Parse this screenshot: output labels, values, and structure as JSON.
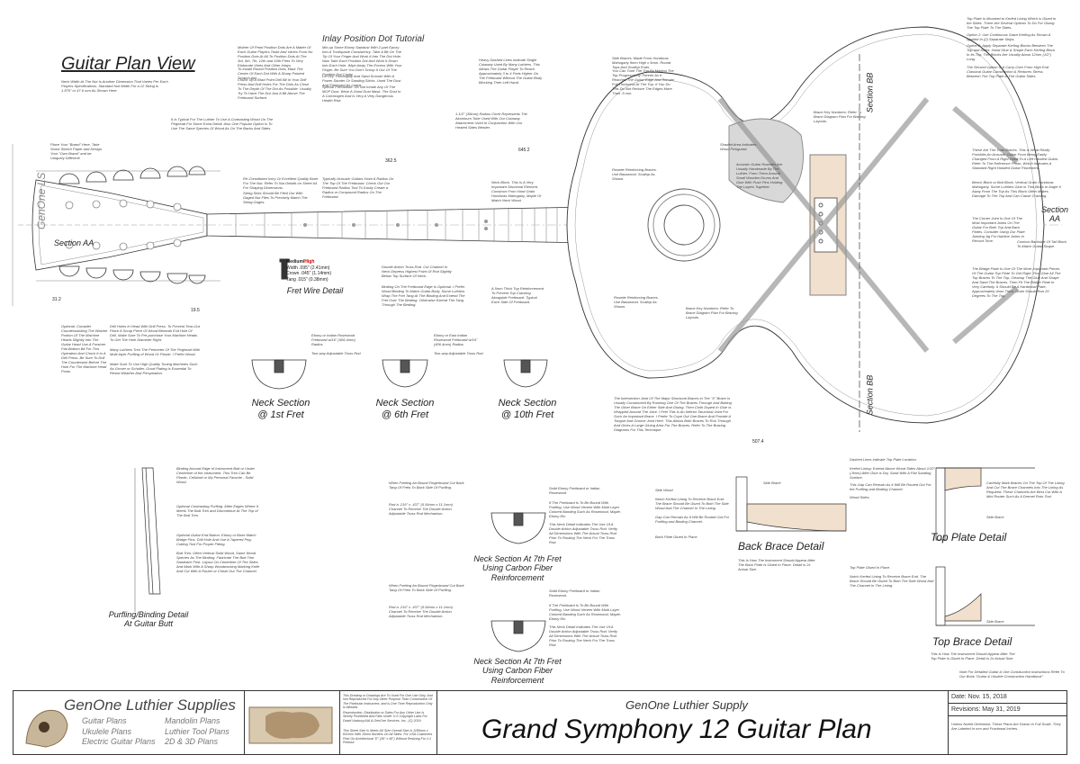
{
  "page_title": "Guitar Plan View",
  "inlay_title": "Inlay Position Dot Tutorial",
  "section_labels": {
    "aa_left": "Section AA",
    "aa_right": "Section AA",
    "bb_top": "Section BB",
    "bb_bottom": "Section BB"
  },
  "neck_sections": [
    {
      "line1": "Neck Section",
      "line2": "@ 1st Fret"
    },
    {
      "line1": "Neck Section",
      "line2": "@ 6th Fret"
    },
    {
      "line1": "Neck Section",
      "line2": "@ 10th Fret"
    }
  ],
  "carbon_sections": [
    {
      "line1": "Neck Section At 7th Fret",
      "line2": "Using Carbon Fiber",
      "line3": "Reinforcement"
    },
    {
      "line1": "Neck Section At 7th Fret",
      "line2": "Using Carbon Fiber",
      "line3": "Reinforcement"
    }
  ],
  "fret_wire": {
    "title": "Fret Wire Detail",
    "grade_medium": "Medium/",
    "grade_high": "High",
    "width": "Width .095\" (2.41mm)",
    "crown": "Crown .045\" (1.14mm)",
    "tang": "Tang .015\" (0.38mm)"
  },
  "details": {
    "purfling_line1": "Purfling/Binding Detail",
    "purfling_line2": "At Guitar Butt",
    "back_brace": "Back Brace Detail",
    "top_plate": "Top Plate Detail",
    "top_brace": "Top Brace Detail"
  },
  "dimensions": {
    "overall": "507.4",
    "scale": "645.2",
    "body_half": "362.5",
    "nut": "19.5",
    "head": "31.2"
  },
  "notes": {
    "neck_width": "Neck Width At The Nut Is Another Dimension That Varies Per Each Players Specifications. Standard Nut Width For a 12 String Is 1.875\" or 47.6 mm As Shown Here.",
    "brand_place": "Place Your \"Brand\" Here. Take Some Sketch Paper and Design Your \"Own Brand\" and be Uniquely Different!",
    "headstock_wood": "It Is Typical For The Luthier To Use A Contrasting Wood On The Peghead For Some Extra Detail. Also One Popular Option Is To Use The Same Species Of Wood As On The Backs And Sides.",
    "inlay_mother": "Mother Of Pearl Position Dots Are A Matter Of Each Guitar Players Taste And Varies From No Position Dots At All To Position Dots At The 3rd, 5th, 7th, 12th and 15th Frets To Very Elaborate Vines And Other Inlays.",
    "inlay_install": "To Install Round Position Dots, Mark The Center Of Each Dot With A Sharp Pointed Scratch Awl.",
    "inlay_chuck": "Chuck Up A Brad Point Drill Bit In Your Drill Press And Drill Holes For The Dots As Close To The Depth Of The Dot As Possible. Usually Try To Have The Dot Just A Bit Above The Fretboard Surface.",
    "inlay_epoxy": "Mix-up Some Ebony Sawdust With 2-part Epoxy Into A Toothpaste Consistency. Take A Bit On The Tip Of Your Finger And Work It Into The Dot Hole. Now Take Each Position Dot And Work It Down Into Each Hole. Wipe Away The Excess With Your Finger. Be Sure You Don't Scoop It Out Of The Position Dot Cavity.",
    "inlay_dry": "Let Dry Thoroughly And Sand Smooth With A Power Sander Or Sanding Sticks. Used The Dust And Fretboard As Leave.",
    "inlay_caution": "Special Precaution: Do Not Inhale Any Of The MOP Dust. Wear A Good Dust Mask. The Dust In A Carcinogen And Is Very A Very Dangerous Health Risk.",
    "radius": "Typically Acoustic Guitars Have A Radius On The Top Of The Fretboard. Check Out Our Fretboard Radius Tool To Easily Create a Radius or Compound Radius On The Fretboard.",
    "binding": "Binding On The Fretboard Edge Is Optional. I Prefer Wood Binding To Match Guitar Body. Some Luthiers Wrap The Fret Tang At The Binding And Extend The Fret Over The Binding. Otherwise Extend The Tang Through The Binding.",
    "truss_rod": "Double Action Truss Rod. Cut Channel In Neck Depress Highest Point Of Rod Slightly Below Top Surface Of Neck.",
    "t_bar": "A 5mm Thick Top Reinforcement To Prevent Top Cracking Alongside Fretboard. Typical Each Side Of Fretboard.",
    "neck_block": "Neck Block. This Is A Very Important Structural Element. Construct From Hard Grain Honduras Mahogany, Maple Or Match Neck Wood.",
    "side_braces": "Side Braces: Made From Honduras Mahogany 9mm High x 5mm. Round Tops And Scallop Ends.",
    "tone_tip": "You Can Tune The Top By Making The Top Progressively Thinner As It Reaches The Guitar Edge And Remain Full Thickness At The Top. If You Do This Do Not Reduce The Edges More Than .5 mm.",
    "heavy_dashed": "Heavy Dashed Lines Indicate Single Cutaway Used By Many Luthiers. This Allows The Guitar Player To Reach Approximately 3 to 4 Frets Higher On The Fretboard Without The Guitar Body Blocking Their Left Hand.",
    "radius_dish": "1-1/2\" (38mm) Radius Circle Represents The Aluminum Tube Used With Our Cutaway Attachment Used In Conjunction With Our Heated Sides Bender.",
    "top_plate_mount": "Top Plate Is Mounted to Kerfed Lining Which is Glued to the Sides. There Are Several Options To Do For Gluing The Top Plate To The Sides.",
    "kerf_option1": "Option 1: Use Continuous Sawn Kerfing As Shown & Applied In (2) Separate Strips.",
    "kerf_option2": "Option 2: Apply Separate Kerfing Blocks Between The Top and Sides. Hand Glue & Shape Each Kerfing Block In Its Top. The Blocks Are Usually About 12mm (1/2\") Long.",
    "kerf_option3": "The Second Option Is A Carry-Over From High End Classical Guitar Construction & Reduces Stress Between The Top Plate & The Guitar Sides.",
    "brace_key": "Brace Key Numbers: Refer To Brace Diagram Plan For Bracing Layouts.",
    "tone_bars": "These Are The Tone Braces. This Is What Really Prohibits An Acoustic Guitar From Being Easily Changed From A Right Hand To A Left Handed Guitar. Refer To The Reference Photo, Which Indicates A Standard Right Handed Guitar Placement.",
    "bridge_block": "Bench Block or Bolt Block. Vertical Grain Honduras Mahogany. Some Luthiers Glue in This Block to Angle It Away From The Top As This Block Often Makes Damage To The Top And Can Cause Cracking.",
    "corner_joint": "The Corner Joint Is One Of The Most Important Joints On The Guitar For Both Top And Back Plates. Consider Using Our Plate Jointing Jig For Hairline Joints In Record Time.",
    "bridge_plate": "The Bridge Plate Is One Of The More Important Pieces Of The Guitar Top Plate To Get Right. First Glue All The Top Braces To The Top, Cleanup The Glue And Shape And Sand The Braces. Then Fit The Bridge Plate In Very Carefully. It Should Be A Hardwood Plate, Approximately 4mm Thick, Grain Should Run 20 Degrees To The Top.",
    "contour": "Contour Backside Of Tail Block To Match Guitar Shape.",
    "intersection": "The Intersection Joint Of The Major Structural Braces in The \"X\" Brace Is Usually Constructed By Running One Of The Braces Through And Butting The Other Brace On Either Side And Gluing. Then Cloth Doped In Glue Is Wrapped Around The Joint. I Feel This Is An Inferior Structural Joint For Such An Important Brace. I Prefer To Cope Out One Brace And Provide A Tongue And Groove Joint Here. This Allows Both Braces To Run Through And Gives A Large Gluing Area For The Braces. Refer To The Bracing Diagrams For This Technique.",
    "rosette_top": "Rosette Reinforcing Braces. Use Basswood. Scallop As Shown.",
    "rosette_bottom": "Rosette Reinforcing Braces. Use Basswood. Scallop As Shown.",
    "brace_key2": "Brace Key Numbers: Refer To Brace Diagram Plan For Bracing Layouts.",
    "shaded": "Shaded Area Indicates Wood Pickguard.",
    "accoustic_rosette": "Acoustic Guitar Rosettes Are Usually Handmade By The Luthier. Form Them Around Small Wooden Drums And Glue With Push Pins Holding The Layers Together.",
    "drill_holes": "Drill Holes In Head With Drill Press. To Prevent Tear-Out Place A Scrap Piece Of Wood Beneath Exit Hole Of Drill. Make Sure To Pre-purchase Your Machine Heads To Get The Hole Diameter Right.",
    "luthiers_trim": "Many Luthiers Trim The Perimeter Of The Peghead With Multi-layer Purfling of Wood Or Plastic. I Prefer Wood.",
    "tuning_machines": "Make Sure To Use High Quality Tuning Machines Such As Grover or Schaller. Good Plating Is Essential To Resist Weather And Perspiration.",
    "countersunk": "Optional: Consider Counterssinking The Washer Portion Of The Machine Heads Slightly Into The Guitar Head Use A Forstner Flat-Bottom Bit For This Operation And Chuck It In A Drill Press. Be Sure To Drill The Countersink Before The Hole For The Machine Head Posts.",
    "re_constituted": "Re-Constituted Ivory Or Excellent Quality Bone For The Nut. Refer To Nut Details on Sheet #4 For Shaping Dimensions.",
    "string_slots": "String Slots Should Be Filed Out With Gaged Nut Files To Precisely Match The String Gages.",
    "ebony_1": "Ebony or Indian Rosewood Fretboard w/16\" (406.4mm) Radius.",
    "ebony_2": "Two-way Adjustable Truss Rod",
    "ebony_3": "Ebony or East Indian Rosewood Fretboard w/16\" (406.4mm) Radius",
    "ebony_4": "Two-way Adjustable Truss Rod",
    "binding_edge": "Binding Around Edge of Instrument Butt or Under Centerline of the Instrument. This Trim Can Be Plastic, Celluloid or My Personal Favorite - Solid Wood.",
    "contrasting": "Optional Contrasting Purfling. Miter Edges Where It Meets The Butt Trim and Discontinue At The Top of The Butt Trim.",
    "butt_edge": "Optional Guitar End Button. Ebony or Bone Match Bridge Pins. Drill Hole And Use A Tapered Peg-Cutting Tool For Proper Fitting.",
    "butt_trim": "Butt Trim: Often Vertical Solid Wood, Same Wood Species As The Binding. Fabricate The Butt Trim Sandwich First. Layout On Centerline Of The Sides And Mark With A Sharp Woodworking Marking Knife And Cut With A Router or Chisel Out The Channel.",
    "fret_slots_1": "When Fretting An Bound Fingerboard Cut Back Tang Of Frets To Back Side Of Purfling.",
    "rod_size_1": "Rod a .216\" x .437\" (5.54mm x 11.1mm) Channel To Receive The Double Action Adjustable Truss Rod Mechanism.",
    "fretboard_bound": "If The Fretboard Is To Be Bound With Purfling, Use Wood Veneer With Multi Layer Colored Banding Such As Rosewood, Maple, Ebony Etc.",
    "solid_ebony_1": "Solid Ebony Fretboard or Indian Rosewood.",
    "neck_detail_1": "This Neck Detail Indicates The Use Of A Double Action Adjustable Truss Rod. Verify All Dimensions With The Actual Truss Rod Prior To Routing The Neck For The Truss Rod.",
    "fret_slots_2": "When Fretting An Bound Fingerboard Cut Back Tang Of Frets To Back Side Of Purfling.",
    "rod_size_2": "Rod a .216\" x .437\" (5.54mm x 11.1mm) Channel To Receive The Double Action Adjustable Truss Rod Mechanism.",
    "solid_ebony_2": "Solid Ebony Fretboard or Indian Rosewood.",
    "fretboard_bound_2": "If The Fretboard Is To Be Bound With Purfling, Use Wood Veneer With Multi Layer Colored Banding Such As Rosewood, Maple, Ebony Etc.",
    "neck_detail_2": "This Neck Detail Indicates The Use Of A Double Action Adjustable Truss Rod. Verify All Dimensions With The Actual Truss Rod Prior To Routing The Neck For The Truss Rod.",
    "side_wood": "Side Wood",
    "notch_kerfed": "Notch Kerfed Lining To Receive Brace End. The Brace Should Be Glued To Both The Side Wood And The Channel In The Lining.",
    "gap_rems": "Gap Can Remain As It Will Be Routed Out For Purfling and Binding Channel.",
    "back_brace_place": "Back Plate Glued In Place.",
    "top_side_brace": "Side Brace",
    "this_how_back": "This Is How The Instrument Should Appear After The Back Plate Is Glued In Place. Detail is 2x Actual Size.",
    "dashed_lines_top": "Dashed Lines Indicate Top Plate Location.",
    "kerfed_lining": "Kerfed Lining: Extend Above Wood Sides About 1/32\" (.8mm) After Glue is Dry, Sand With A Flat Sanding Surface.",
    "gap_top": "This Gap Can Remain As It Will Be Routed Out For the Purfling and Binding Channel.",
    "wood_sides": "Wood Sides",
    "carefully_mark": "Carefully Mark Braces On The Top Of The Lining And Cut The Brace Channels Into The Lining As Required. These Channels Are Best Cut With A Mini Router Such As A Dremel Roto Tool.",
    "side_brace_2": "Side Brace",
    "top_plate_glued": "Top Plate Glued In Place.",
    "notch_kerfed_2": "Notch Kerfed Lining To Receive Brace End. The Brace Should Be Glued To Both The Side Wood And The Channel In The Lining.",
    "side_brace_3": "Side Brace",
    "this_how_top": "This Is How The Instrument Should Appear After The Top Plate Is Glued In Place. Detail Is 2x Actual Size.",
    "detailed_guitar": "Note For Detailed Guitar & Uke Construction Instructions Refer To Our Book \"Guitar & Ukulele Construction Handbook\""
  },
  "title_block": {
    "brand": "GenOne Luthier Supplies",
    "products_col1": [
      "Guitar Plans",
      "Ukulele Plans",
      "Electric Guitar Plans"
    ],
    "products_col2": [
      "Mandolin Plans",
      "Luthier Tool Plans",
      "2D & 3D Plans"
    ],
    "legal_1": "This Drawing or Drawings Are To Used For One Use Only, And Not Reproduced For Any Other Purpose Than Construction Of The Particular Instrument, and is One Time Reproduction Only is Allowed.",
    "legal_2": "Reproduction, Distribution or Sales For Any Other Use Is Strictly Prohibited And Falls Under U.S Copyright Laws For David Vasburg AIA & GenOne Services, Inc., (C) 2019.",
    "legal_3": "This Sheet Size Is Metric A0 Size Overall Size Is 1189mm x 841mm With 15mm Borders On All Sides. For USA Customers Print On Architectural \"E\" (36\" x 48\") Without Resizing For 1:1 Printout.",
    "supply": "GenOne Luthier Supply",
    "plan_title": "Grand Symphony 12 Guitar Plan",
    "date": "Date: Nov. 15, 2018",
    "revisions": "Revisions: May 31, 2019",
    "units_note": "Unless Noted Otherwise, These Plans Are Drawn In Full Scale. They Are Labeled In mm and Fractional Inches."
  }
}
